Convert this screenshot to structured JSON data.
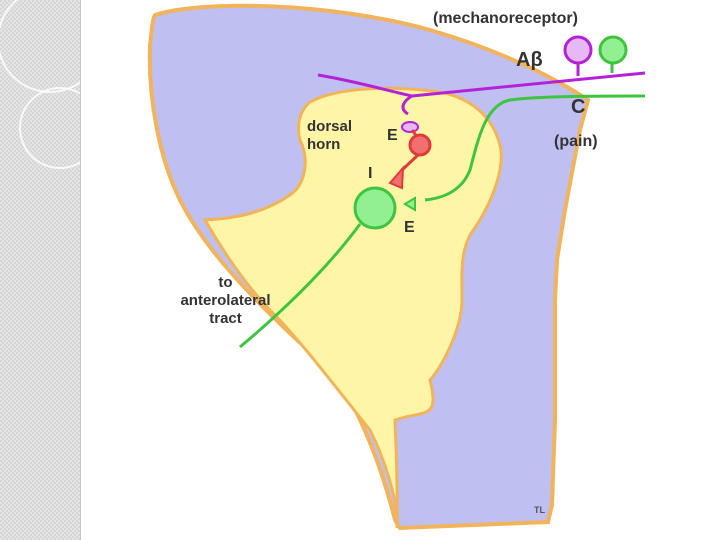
{
  "labels": {
    "mechanoreceptor": "(mechanoreceptor)",
    "a_beta": "Aβ",
    "c_fiber": "C",
    "pain": "(pain)",
    "dorsal_horn_line1": "dorsal",
    "dorsal_horn_line2": "horn",
    "excitatory_top": "E",
    "inhibitory": "I",
    "excitatory_bottom": "E",
    "tract_line1": "to",
    "tract_line2": "anterolateral",
    "tract_line3": "tract",
    "credit": "TL"
  },
  "colors": {
    "white_matter": "#bfbff2",
    "gray_matter": "#fff5a6",
    "border": "#f2b45a",
    "a_beta_fiber": "#b422d8",
    "c_fiber": "#3fc43f",
    "interneuron": "#e03c3c",
    "interneuron_fill": "#f07070",
    "projection_neuron_fill": "#92f092",
    "text": "#333333"
  }
}
